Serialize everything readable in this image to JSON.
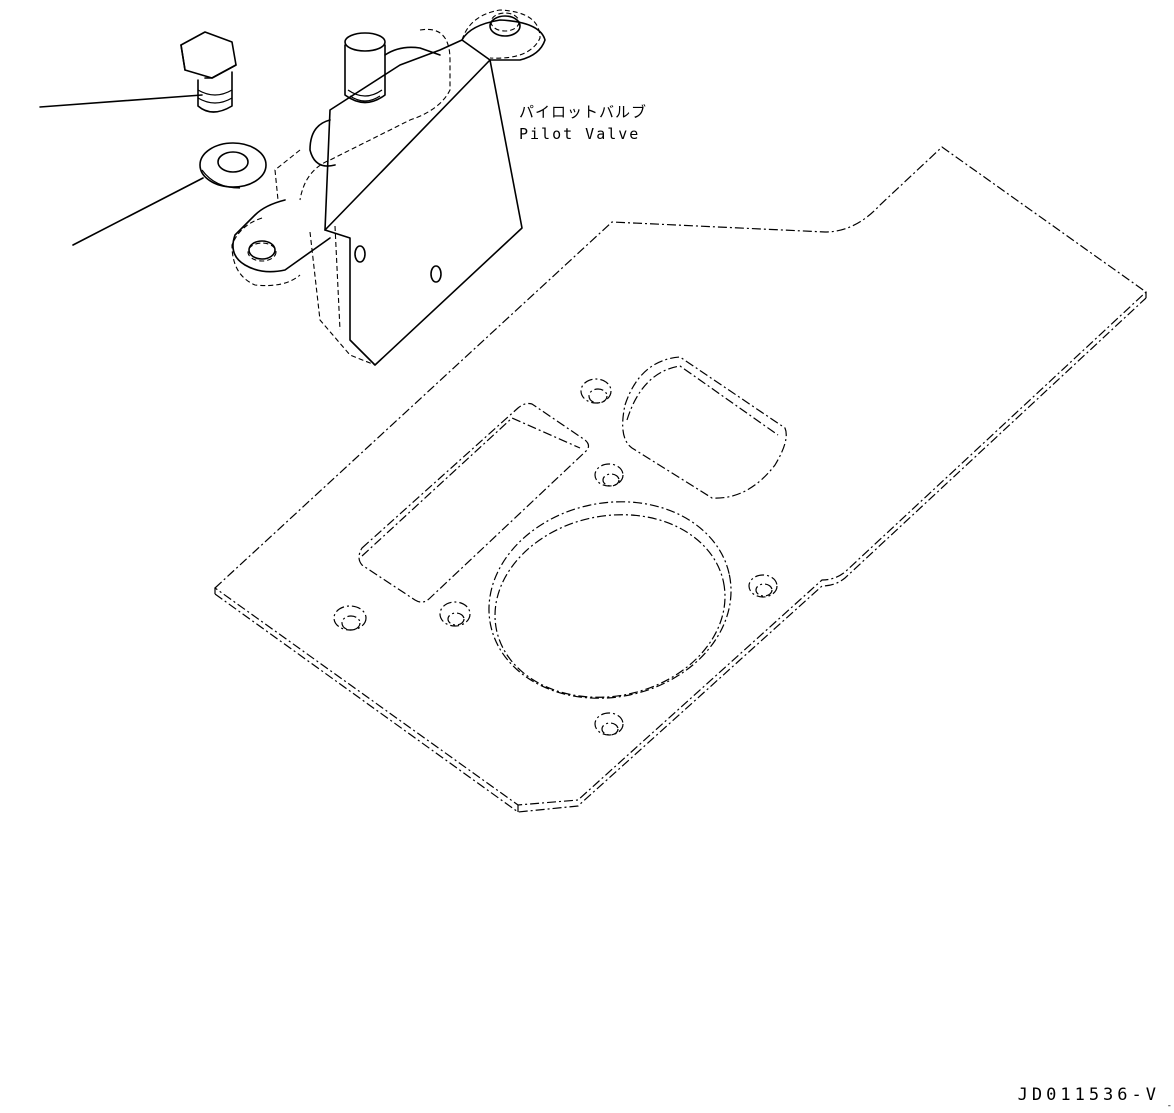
{
  "labels": {
    "part_name_jp": "パイロットバルブ",
    "part_name_en": "Pilot Valve"
  },
  "drawing_number": "JD011536-V",
  "corner_mark": "-"
}
